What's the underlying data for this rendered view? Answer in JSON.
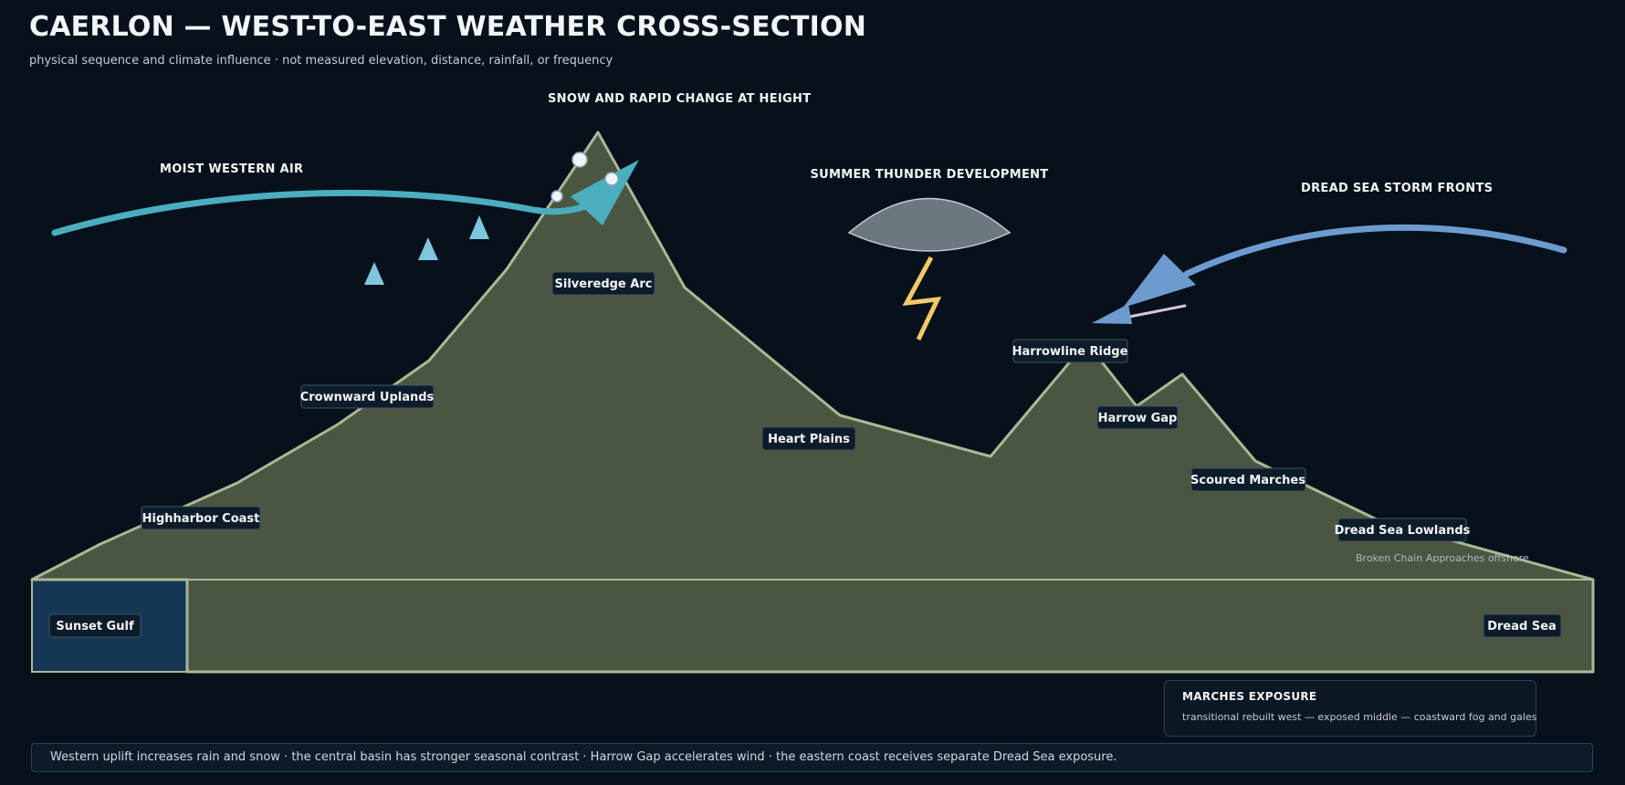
{
  "title": "CAERLON — WEST-TO-EAST WEATHER CROSS-SECTION",
  "subtitle": "physical sequence and climate influence · not measured elevation, distance, rainfall, or frequency",
  "annotations": {
    "moist_air": "MOIST WESTERN AIR",
    "snow": "SNOW AND RAPID CHANGE AT HEIGHT",
    "thunder": "SUMMER THUNDER DEVELOPMENT",
    "storm_fronts": "DREAD SEA STORM FRONTS",
    "broken_chain": "Broken Chain Approaches offshore"
  },
  "regions": [
    {
      "id": "sunset-gulf",
      "label": "Sunset Gulf"
    },
    {
      "id": "highharbor-coast",
      "label": "Highharbor Coast"
    },
    {
      "id": "crownward-uplands",
      "label": "Crownward Uplands"
    },
    {
      "id": "silveredge-arc",
      "label": "Silveredge Arc"
    },
    {
      "id": "heart-plains",
      "label": "Heart Plains"
    },
    {
      "id": "harrowline-ridge",
      "label": "Harrowline Ridge"
    },
    {
      "id": "harrow-gap",
      "label": "Harrow Gap"
    },
    {
      "id": "scoured-marches",
      "label": "Scoured Marches"
    },
    {
      "id": "dread-sea-lowlands",
      "label": "Dread Sea Lowlands"
    },
    {
      "id": "dread-sea",
      "label": "Dread Sea"
    }
  ],
  "panel": {
    "title": "MARCHES EXPOSURE",
    "text": "transitional rebuilt west — exposed middle — coastward fog and gales"
  },
  "footer": "Western uplift increases rain and snow · the central basin has stronger seasonal contrast · Harrow Gap accelerates wind · the eastern coast receives separate Dread Sea exposure.",
  "colors": {
    "background": "#07111b",
    "terrain_fill": "#4a5642",
    "terrain_outline": "#a9b996",
    "sea": "#163754",
    "western_air": "#4aaebf",
    "storm_front": "#6e9bcf",
    "lightning": "#f2c868",
    "rain_marks": "#7ec6e0"
  }
}
